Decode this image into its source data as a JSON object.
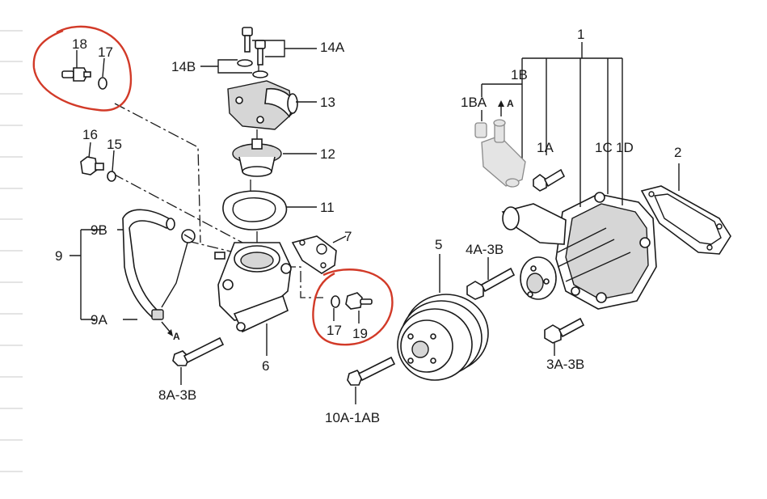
{
  "labels": {
    "p1": "1",
    "p1b": "1B",
    "p1ba": "1BA",
    "p1a": "1A",
    "p1c": "1C",
    "p1d": "1D",
    "p2": "2",
    "p4a3b": "4A-3B",
    "p5": "5",
    "p3a3b": "3A-3B",
    "p10a1ab": "10A-1AB",
    "p6": "6",
    "p7": "7",
    "p8a3b": "8A-3B",
    "p9": "9",
    "p9a": "9A",
    "p9b": "9B",
    "p11": "11",
    "p12": "12",
    "p13": "13",
    "p14a": "14A",
    "p14b": "14B",
    "p15": "15",
    "p16": "16",
    "p17_top": "17",
    "p18": "18",
    "p17_bot": "17",
    "p19": "19",
    "arrowA_hose": "A",
    "arrowA_top": "A"
  },
  "colors": {
    "ink": "#1a1a1a",
    "highlight": "#d23a28",
    "rule": "#c9c9c9",
    "ghost": "#e4e4e4"
  },
  "highlights": [
    "circle-around-18-17",
    "circle-around-17-19"
  ]
}
